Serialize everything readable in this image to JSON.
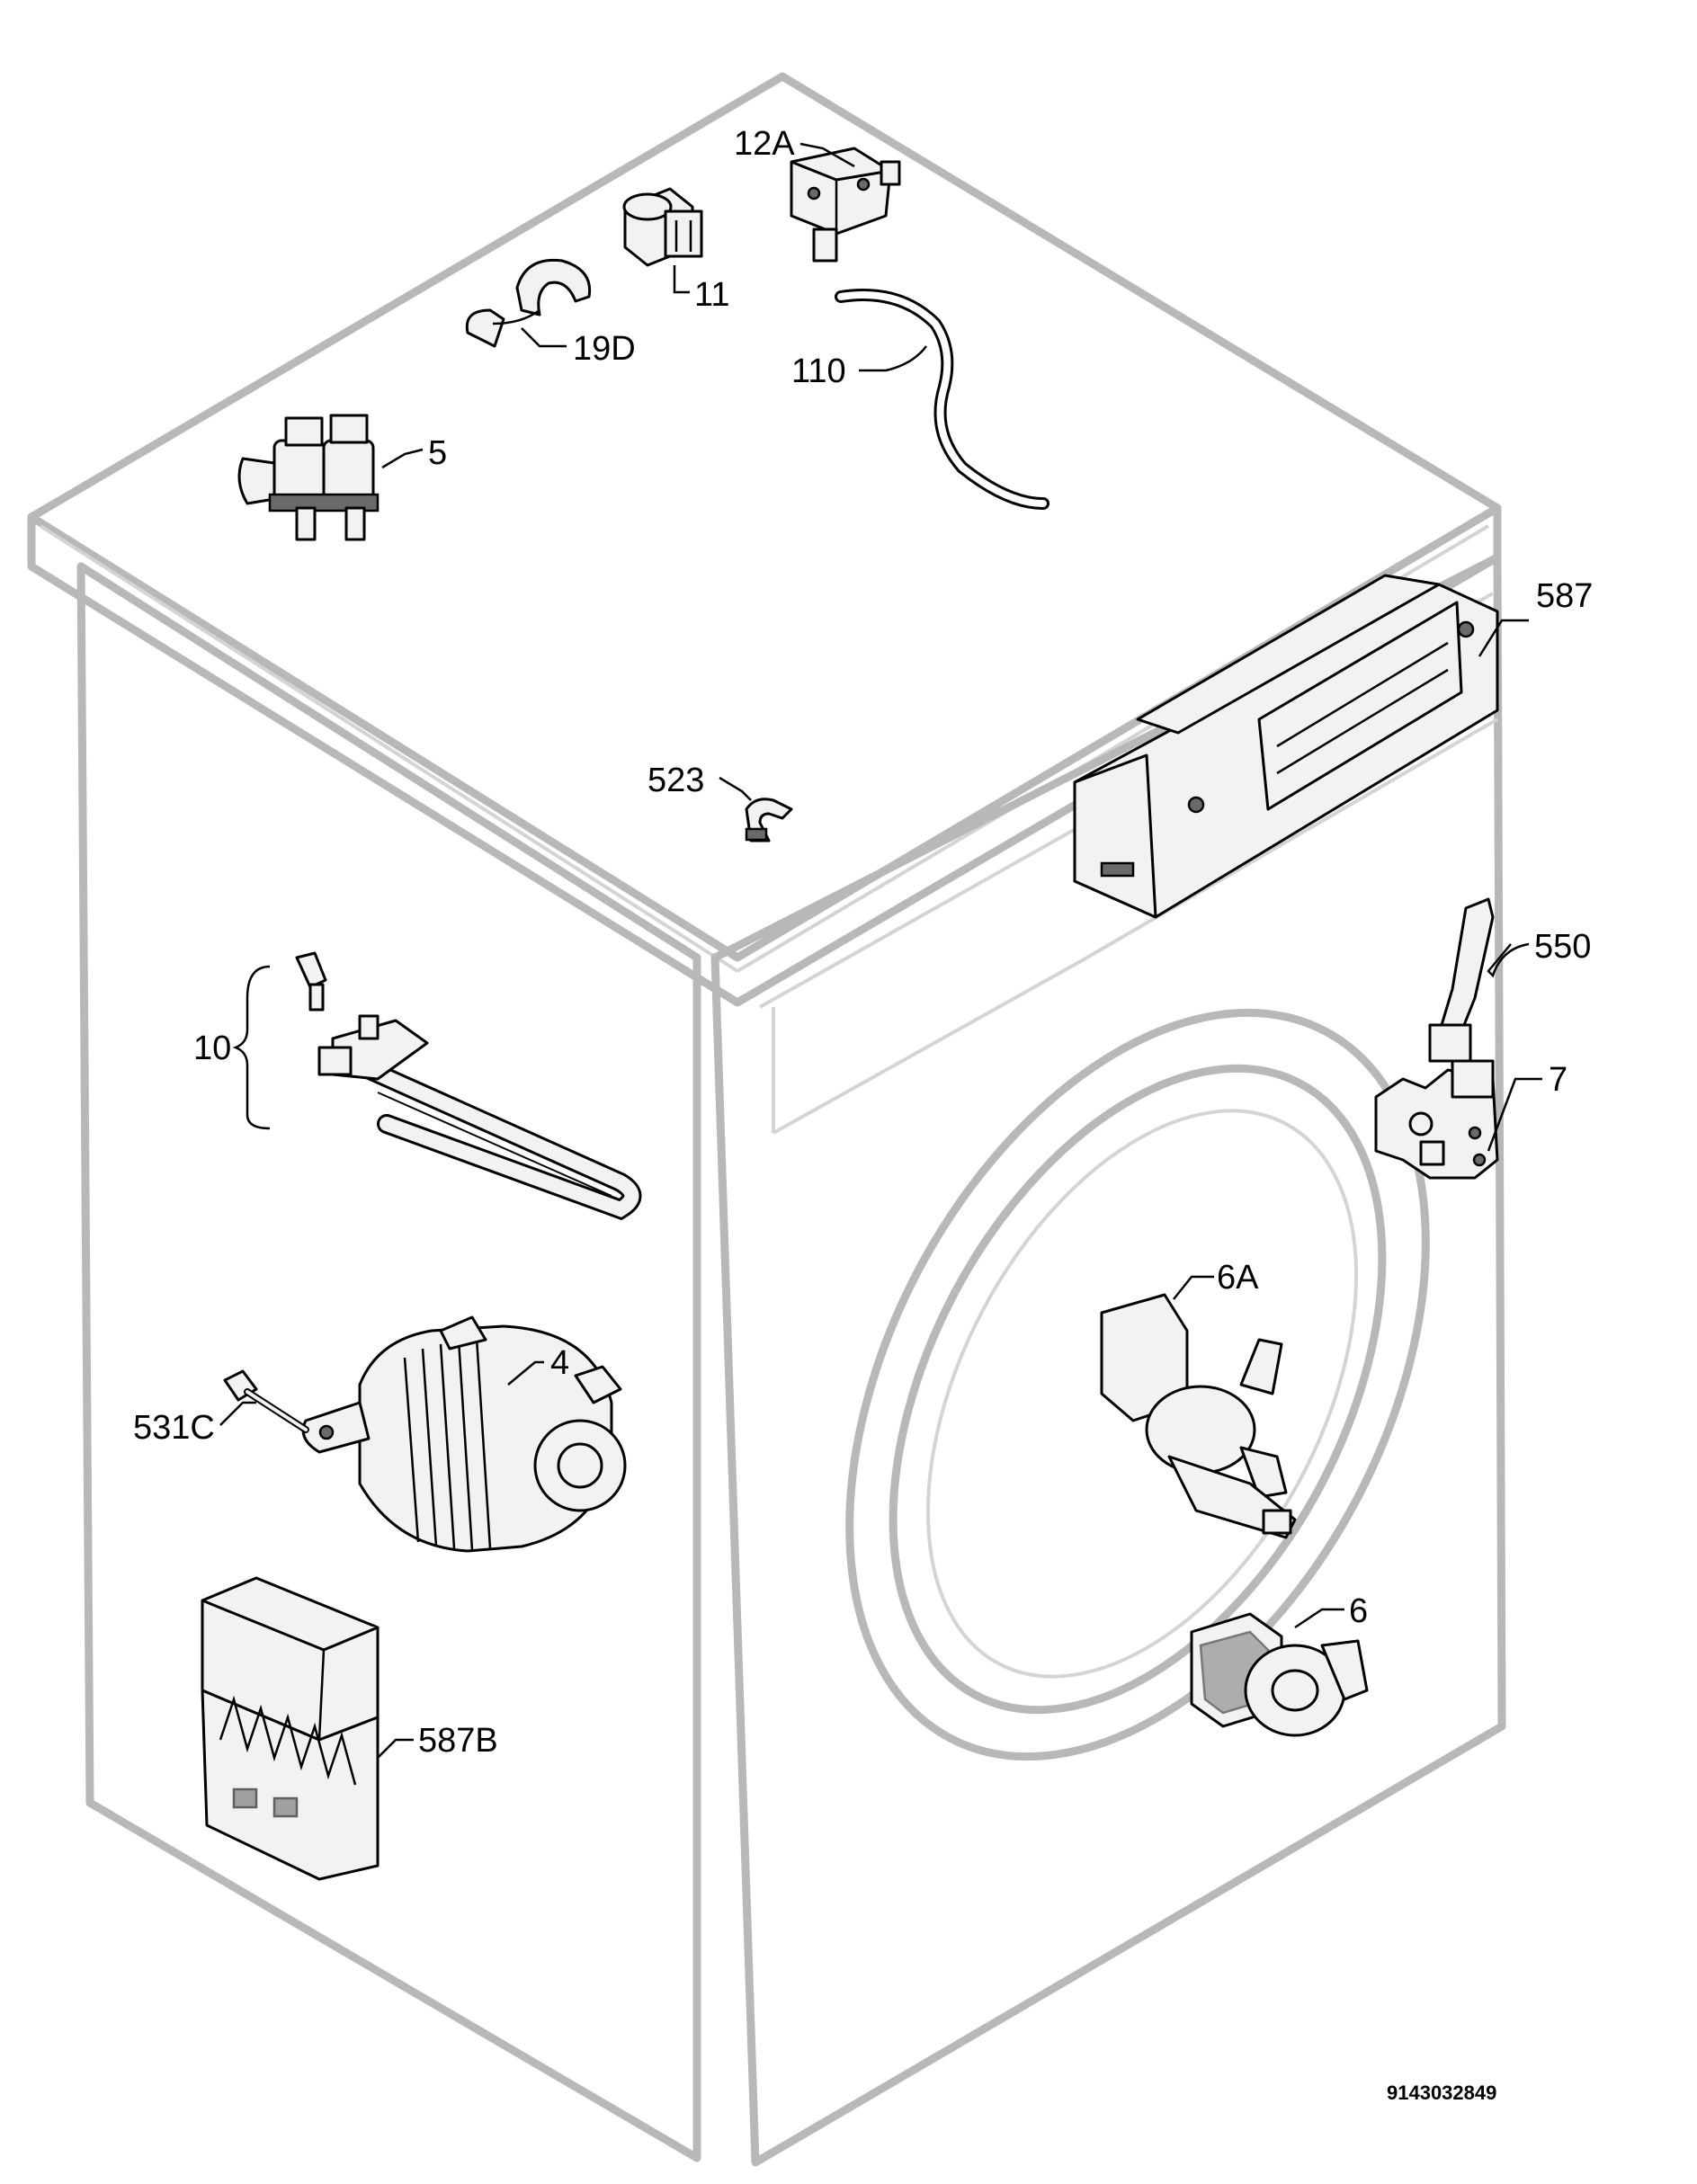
{
  "diagram": {
    "document_number": "9143032849",
    "callouts": {
      "c12A": "12A",
      "c11": "11",
      "c19D": "19D",
      "c110": "110",
      "c5": "5",
      "c587": "587",
      "c523": "523",
      "c550": "550",
      "c10": "10",
      "c7": "7",
      "c6A": "6A",
      "c4": "4",
      "c531C": "531C",
      "c6": "6",
      "c587B": "587B"
    }
  }
}
